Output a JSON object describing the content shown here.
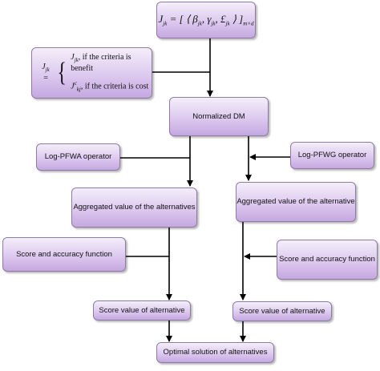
{
  "nodes": {
    "matrix_formula": {
      "lhs": "J",
      "lhs_sub": "jk",
      "rhs": "= [ ⟨ β",
      "rhs_sub1": "jk",
      "rhs_mid": ", γ",
      "rhs_sub2": "jk",
      "rhs_mid2": ", £",
      "rhs_sub3": "jk",
      "rhs_end": "⟩ ]",
      "rhs_dims": "m×d"
    },
    "normalization_formula": {
      "lhs": "J",
      "lhs_sub": "jk",
      "eq": "=",
      "case1_value": "J",
      "case1_sub": "jk",
      "case1_text": ",  if the criteria is benefit",
      "case2_value": "J",
      "case2_sup": "c",
      "case2_sub": "kj",
      "case2_text": ",  if the criteria is cost"
    },
    "normalized_dm": "Normalized DM",
    "log_pfwa": "Log-PFWA operator",
    "log_pfwg": "Log-PFWG operator",
    "aggregated_left": "Aggregated value of the alternatives",
    "aggregated_right": "Aggregated value of the alternative",
    "score_accuracy_left": "Score and accuracy function",
    "score_accuracy_right": "Score and accuracy function",
    "score_value_left": "Score value of alternative",
    "score_value_right": "Score value of alternative",
    "optimal_solution": "Optimal solution of alternatives"
  }
}
